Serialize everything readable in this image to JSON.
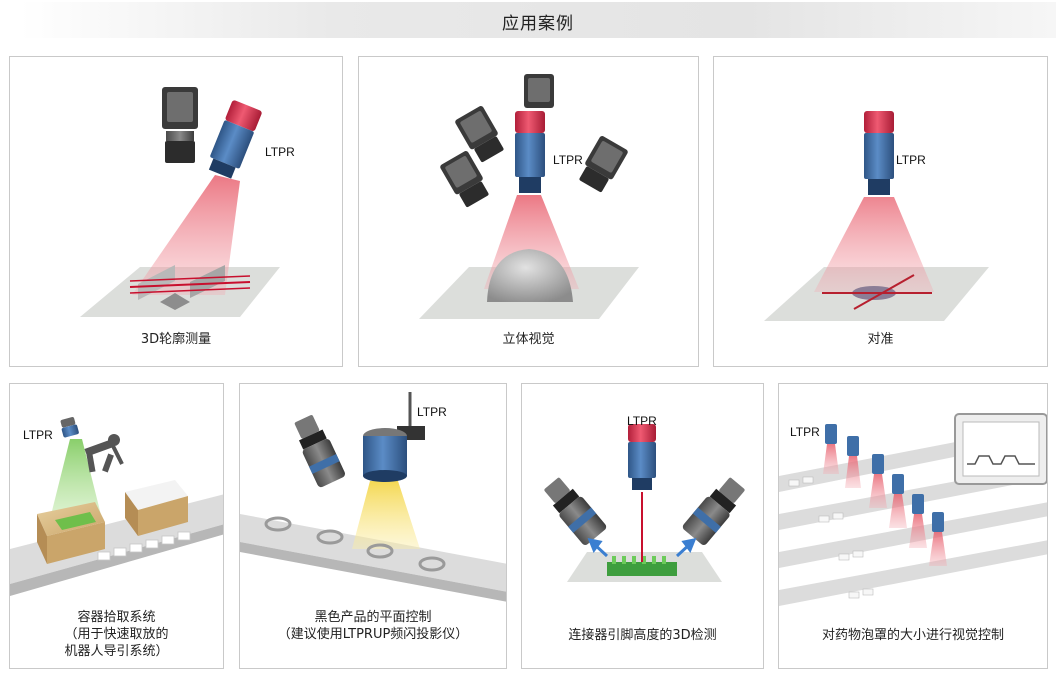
{
  "header": {
    "title": "应用案例"
  },
  "sensor_label": "LTPR",
  "cards": [
    {
      "caption": [
        "3D轮廓测量"
      ]
    },
    {
      "caption": [
        "立体视觉"
      ]
    },
    {
      "caption": [
        "对准"
      ]
    },
    {
      "caption": [
        "容器拾取系统",
        "（用于快速取放的",
        "机器人导引系统）"
      ]
    },
    {
      "caption": [
        "黑色产品的平面控制",
        "（建议使用LTPRUP频闪投影仪）"
      ]
    },
    {
      "caption": [
        "连接器引脚高度的3D检测"
      ]
    },
    {
      "caption": [
        "对药物泡罩的大小进行视觉控制"
      ]
    }
  ],
  "colors": {
    "sensor_red": "#d8344e",
    "sensor_blue": "#3f6fa8",
    "laser_red": "#e8606e",
    "light_green": "#8dd16c",
    "light_yellow": "#f4d64a",
    "pcb_green": "#3e9e3e",
    "conveyor": "#dcdcdc"
  }
}
